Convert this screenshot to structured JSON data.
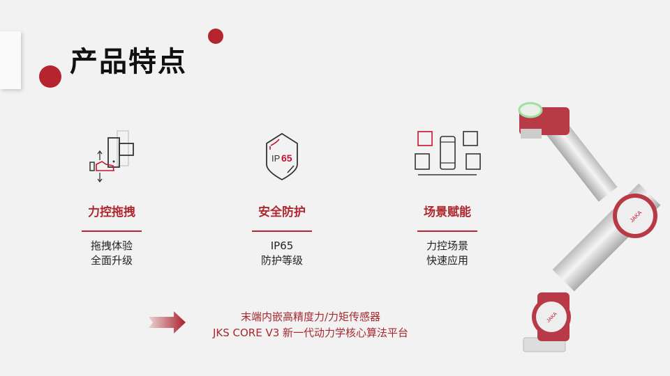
{
  "slide": {
    "title": "产品特点",
    "features": [
      {
        "icon": "drag-hand-icon",
        "title": "力控拖拽",
        "desc": [
          "拖拽体验",
          "全面升级"
        ]
      },
      {
        "icon": "ip65-shield-icon",
        "title": "安全防护",
        "desc": [
          "IP65",
          "防护等级"
        ],
        "icon_text": "IP65"
      },
      {
        "icon": "scene-grid-icon",
        "title": "场景赋能",
        "desc": [
          "力控场景",
          "快速应用"
        ]
      }
    ],
    "bottom_lines": [
      "末端内嵌高精度力/力矩传感器",
      "JKS CORE V3 新一代动力学核心算法平台"
    ],
    "robot_label": "JAKA",
    "accent": "#b5252f"
  }
}
